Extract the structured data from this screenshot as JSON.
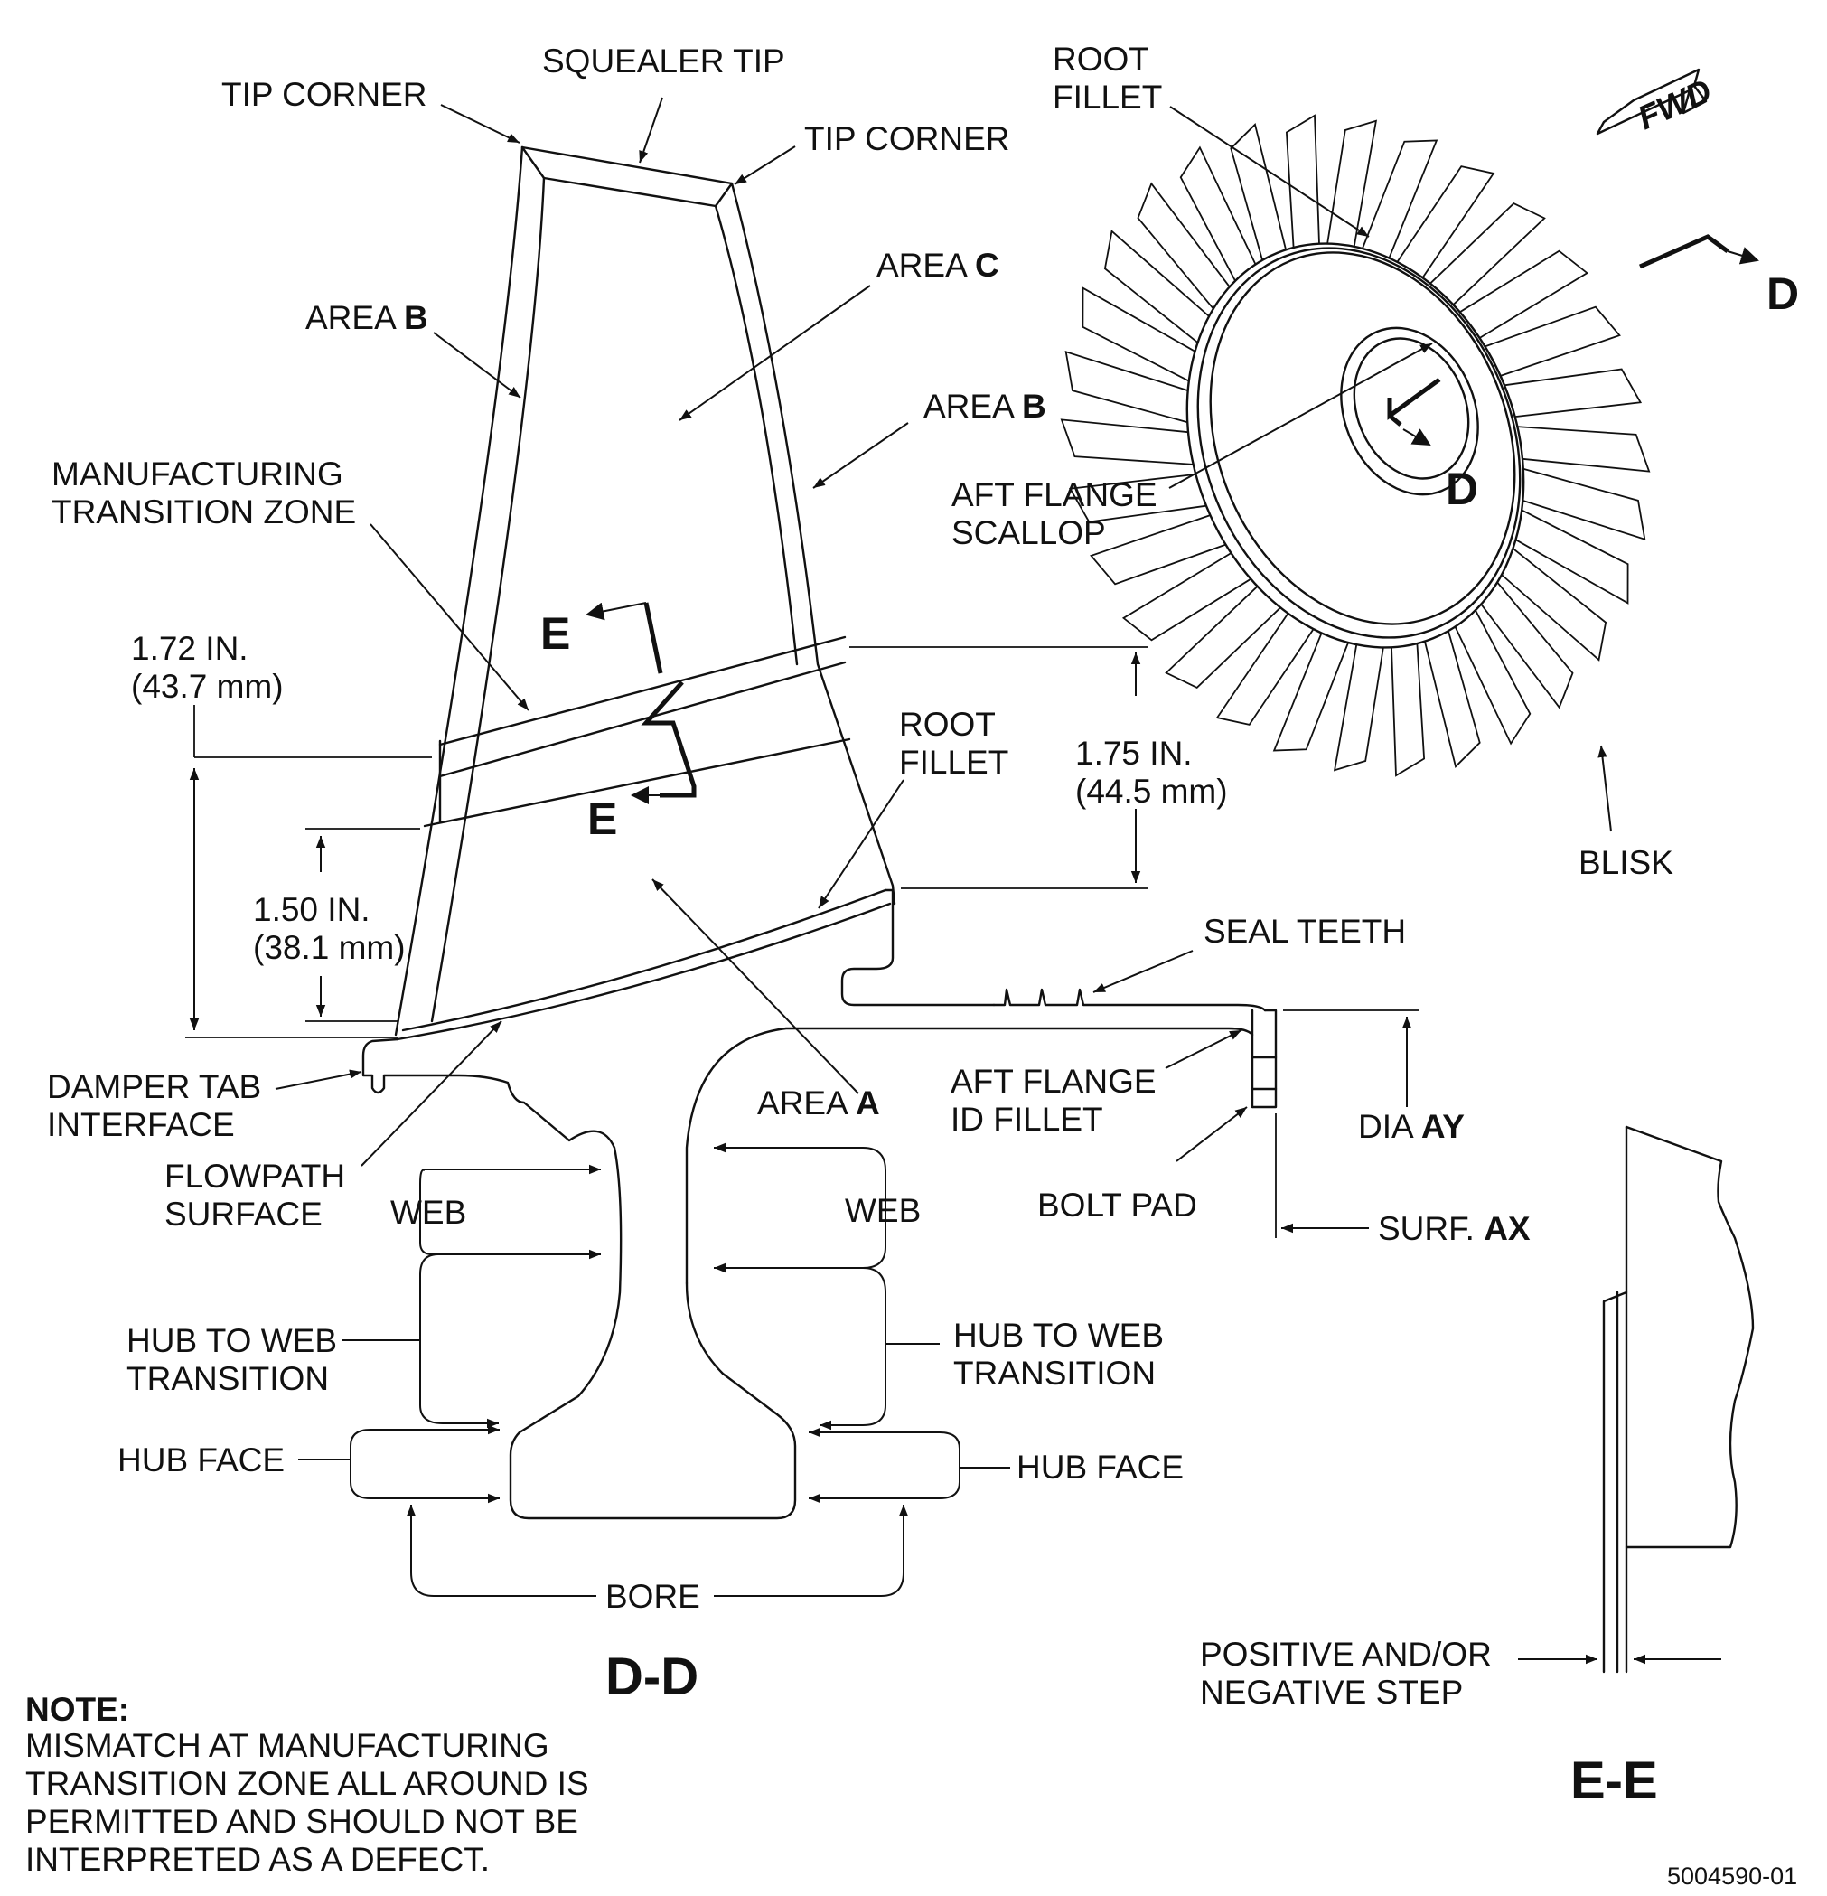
{
  "labels": {
    "tip_corner_left": "TIP CORNER",
    "squealer_tip": "SQUEALER TIP",
    "tip_corner_right": "TIP CORNER",
    "root_fillet_top": [
      "ROOT",
      "FILLET"
    ],
    "area_b_left_prefix": "AREA ",
    "area_b_left_letter": "B",
    "area_c_prefix": "AREA ",
    "area_c_letter": "C",
    "area_b_right_prefix": "AREA ",
    "area_b_right_letter": "B",
    "mfg_transition_zone": [
      "MANUFACTURING",
      "TRANSITION ZONE"
    ],
    "aft_flange_scallop": [
      "AFT FLANGE",
      "SCALLOP"
    ],
    "dim_172": [
      "1.72 IN.",
      "(43.7 mm)"
    ],
    "dim_175": [
      "1.75 IN.",
      "(44.5 mm)"
    ],
    "dim_150": [
      "1.50 IN.",
      "(38.1 mm)"
    ],
    "root_fillet_mid": [
      "ROOT",
      "FILLET"
    ],
    "blisk": "BLISK",
    "seal_teeth": "SEAL TEETH",
    "damper_tab_interface": [
      "DAMPER TAB",
      "INTERFACE"
    ],
    "flowpath_surface": [
      "FLOWPATH",
      "SURFACE"
    ],
    "area_a_prefix": "AREA ",
    "area_a_letter": "A",
    "aft_flange_id_fillet": [
      "AFT FLANGE",
      "ID FILLET"
    ],
    "dia_prefix": "DIA ",
    "dia_letter": "AY",
    "bolt_pad": "BOLT PAD",
    "surf_prefix": "SURF. ",
    "surf_letter": "AX",
    "web_left": "WEB",
    "web_right": "WEB",
    "hub_to_web_left": [
      "HUB TO WEB",
      "TRANSITION"
    ],
    "hub_to_web_right": [
      "HUB TO WEB",
      "TRANSITION"
    ],
    "hub_face_left": "HUB FACE",
    "hub_face_right": "HUB FACE",
    "bore": "BORE",
    "positive_negative_step": [
      "POSITIVE AND/OR",
      "NEGATIVE STEP"
    ],
    "fwd": "FWD"
  },
  "section_markers": {
    "e_upper": "E",
    "e_lower": "E",
    "d_right": "D",
    "d_center": "D"
  },
  "views": {
    "dd_title": "D-D",
    "ee_title": "E-E"
  },
  "note": {
    "heading": "NOTE:",
    "lines": [
      "MISMATCH AT MANUFACTURING",
      "TRANSITION ZONE ALL AROUND IS",
      "PERMITTED AND SHOULD NOT BE",
      "INTERPRETED AS A DEFECT."
    ]
  },
  "figure_number": "5004590-01"
}
